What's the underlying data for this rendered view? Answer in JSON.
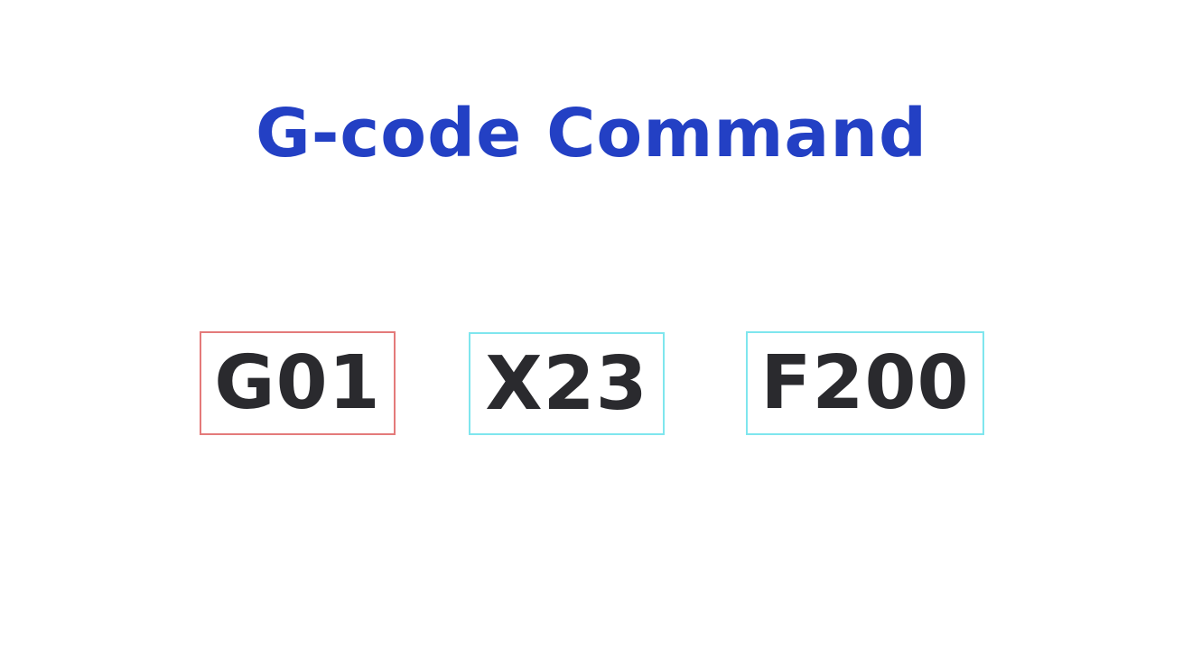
{
  "title": "G-code Command",
  "colors": {
    "title": "#2340c4",
    "token_text": "#2a2a2e",
    "g_border": "#e47a7a",
    "param_border": "#7fe6ee"
  },
  "tokens": [
    {
      "label": "G01",
      "role": "command"
    },
    {
      "label": "X23",
      "role": "parameter"
    },
    {
      "label": "F200",
      "role": "parameter"
    }
  ]
}
